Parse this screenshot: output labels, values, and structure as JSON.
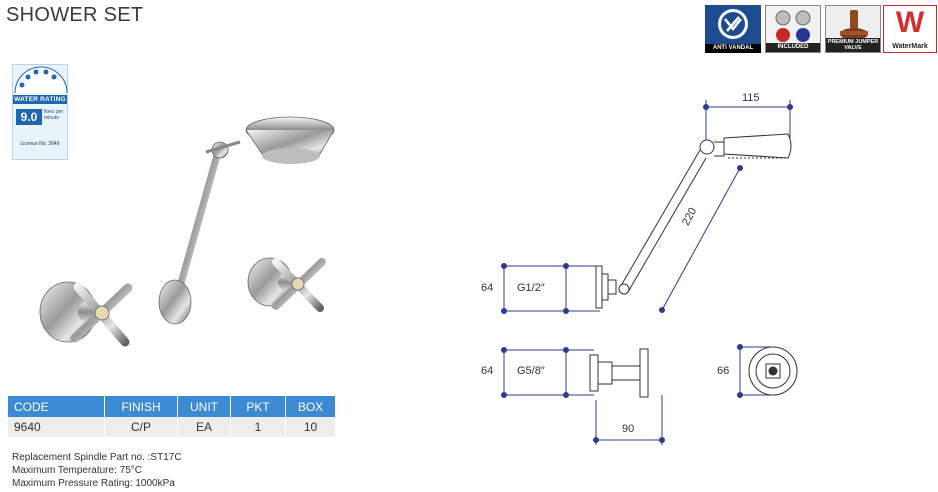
{
  "title": "SHOWER SET",
  "badges": [
    {
      "name": "anti-vandal",
      "caption": "ANTI VANDAL"
    },
    {
      "name": "included",
      "caption": "INCLUDED"
    },
    {
      "name": "premium-jumper-valve",
      "caption": "PREMIUM JUMPER VALVE"
    },
    {
      "name": "watermark",
      "caption": "WaterMark"
    }
  ],
  "water_rating": {
    "band": "WATER RATING",
    "value": "9.0",
    "unit": "litres per minute",
    "licence": "Licence No. 3049"
  },
  "table": {
    "headers": [
      "CODE",
      "FINISH",
      "UNIT",
      "PKT",
      "BOX"
    ],
    "row": [
      "9640",
      "C/P",
      "EA",
      "1",
      "10"
    ]
  },
  "notes": [
    "Replacement Spindle Part no. :ST17C",
    "Maximum Temperature: 75°C",
    "Maximum Pressure Rating: 1000kPa"
  ],
  "dimensions": {
    "arm_width": "115",
    "arm_length": "220",
    "height_top": "64",
    "thread_top": "G1/2″",
    "height_bottom": "64",
    "thread_bottom": "G5/8″",
    "depth": "90",
    "diameter": "66"
  },
  "colors": {
    "table_header": "#3b8ad2",
    "table_row": "#ededed",
    "dimension": "#2c3b8f",
    "water_rating": "#1f67b1"
  }
}
